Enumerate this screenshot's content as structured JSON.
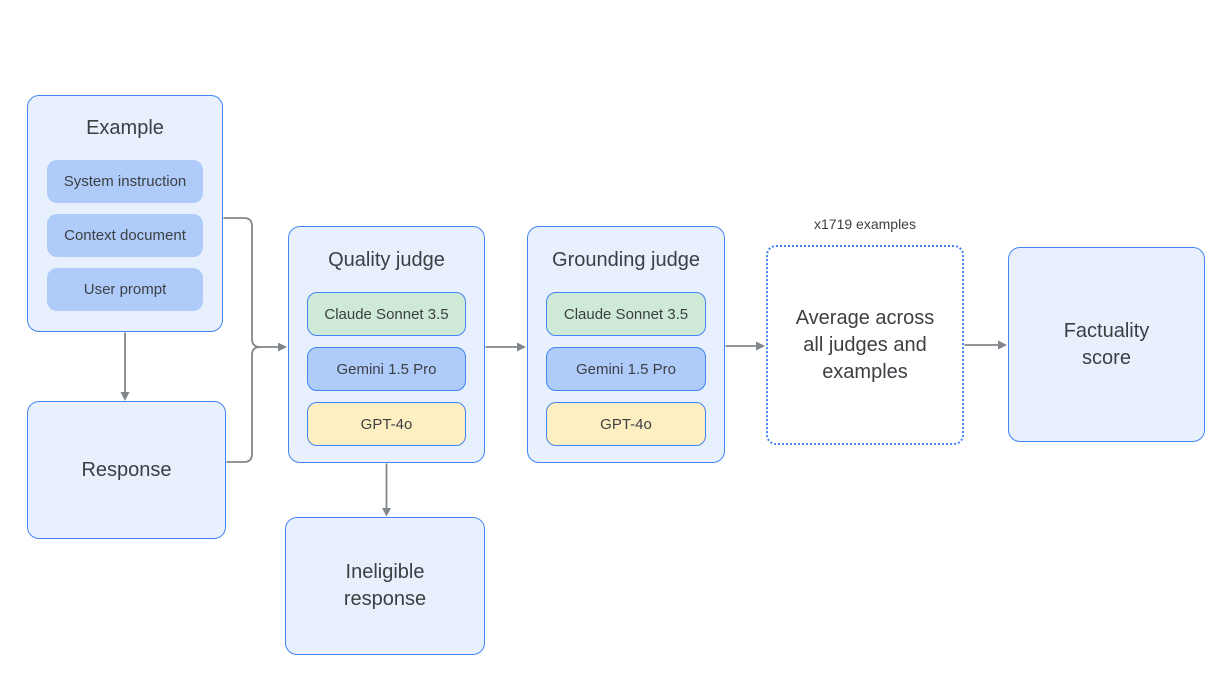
{
  "colors": {
    "background": "#ffffff",
    "box_fill_light_blue": "#e8f0fe",
    "box_border_blue": "#4285f4",
    "chip_blue": "#aecbfa",
    "chip_green": "#ceead6",
    "chip_yellow": "#feefc3",
    "arrow_gray": "#80868b",
    "text_dark": "#3c4043"
  },
  "example_box": {
    "title": "Example",
    "items": [
      "System instruction",
      "Context document",
      "User prompt"
    ]
  },
  "response_box": {
    "label": "Response"
  },
  "quality_judge_box": {
    "title": "Quality judge",
    "models": [
      "Claude Sonnet 3.5",
      "Gemini 1.5 Pro",
      "GPT-4o"
    ]
  },
  "grounding_judge_box": {
    "title": "Grounding judge",
    "models": [
      "Claude Sonnet 3.5",
      "Gemini 1.5 Pro",
      "GPT-4o"
    ]
  },
  "aggregation_box": {
    "count_label": "x1719 examples",
    "label": "Average across all judges and examples"
  },
  "factuality_box": {
    "label": "Factuality score"
  },
  "ineligible_box": {
    "label": "Ineligible response"
  }
}
